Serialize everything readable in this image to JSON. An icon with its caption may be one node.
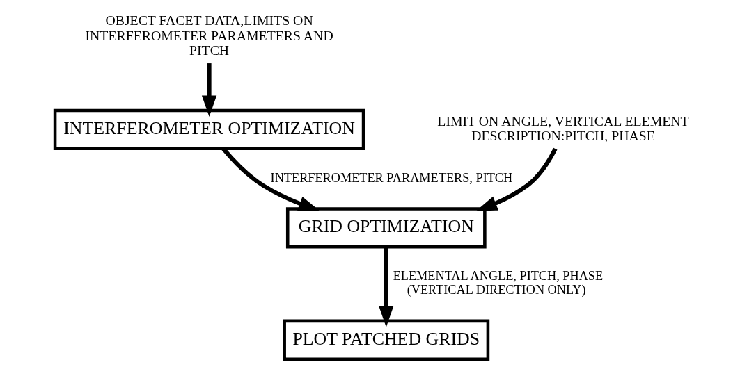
{
  "diagram": {
    "nodes": [
      {
        "text": [
          "OBJECT FACET DATA,LIMITS ON INTERFEROMETER PARAMETERS AND PITCH"
        ]
      },
      {
        "text": [
          "INTERFEROMETER OPTIMIZATION"
        ]
      },
      {
        "text": [
          "LIMIT ON ANGLE, VERTICAL ELEMENT DESCRIPTION:PITCH, PHASE"
        ]
      },
      {
        "text": [
          "GRID OPTIMIZATION"
        ]
      },
      {
        "text": [
          "PLOT PATCHED GRIDS"
        ]
      }
    ],
    "edges": [
      {
        "from": 0,
        "to": 1,
        "arrow": "to"
      },
      {
        "from": 1,
        "to": 3,
        "arrow": "to",
        "label": "INTERFEROMETER PARAMETERS, PITCH"
      },
      {
        "from": 2,
        "to": 3,
        "arrow": "to"
      },
      {
        "from": 3,
        "to": 4,
        "arrow": "to",
        "label": "ELEMENTAL ANGLE, PITCH, PHASE (VERTICAL DIRECTION ONLY)"
      }
    ]
  }
}
